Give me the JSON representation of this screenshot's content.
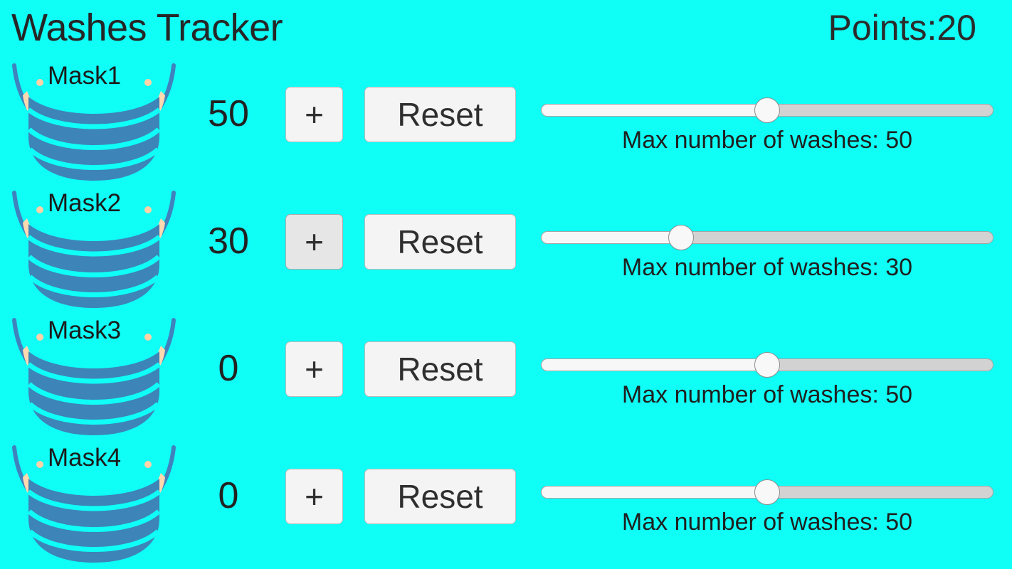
{
  "header": {
    "title": "Washes Tracker",
    "points_label": "Points:20"
  },
  "colors": {
    "background": "#0ffff7",
    "mask_body": "#3d84b8",
    "mask_strap": "#3f82bd",
    "mask_ear": "#ffd9b0",
    "button_face": "#f4f4f4",
    "button_face_pressed": "#e6e6e6",
    "text": "#222222",
    "track_empty": "#d2d2d2",
    "track_fill": "#f7f7f7"
  },
  "slider_range": {
    "min": 0,
    "max": 100
  },
  "rows": [
    {
      "mask_label": "Mask1",
      "mask_icon": "face-mask-icon",
      "count": "50",
      "plus_label": "+",
      "plus_pressed": false,
      "reset_label": "Reset",
      "slider_caption": "Max number of washes: 50",
      "slider_value": 50,
      "slider_percent": 50
    },
    {
      "mask_label": "Mask2",
      "mask_icon": "face-mask-icon",
      "count": "30",
      "plus_label": "+",
      "plus_pressed": true,
      "reset_label": "Reset",
      "slider_caption": "Max number of washes: 30",
      "slider_value": 30,
      "slider_percent": 31
    },
    {
      "mask_label": "Mask3",
      "mask_icon": "face-mask-icon",
      "count": "0",
      "plus_label": "+",
      "plus_pressed": false,
      "reset_label": "Reset",
      "slider_caption": "Max number of washes: 50",
      "slider_value": 50,
      "slider_percent": 50
    },
    {
      "mask_label": "Mask4",
      "mask_icon": "face-mask-icon",
      "count": "0",
      "plus_label": "+",
      "plus_pressed": false,
      "reset_label": "Reset",
      "slider_caption": "Max number of washes: 50",
      "slider_value": 50,
      "slider_percent": 50
    }
  ]
}
